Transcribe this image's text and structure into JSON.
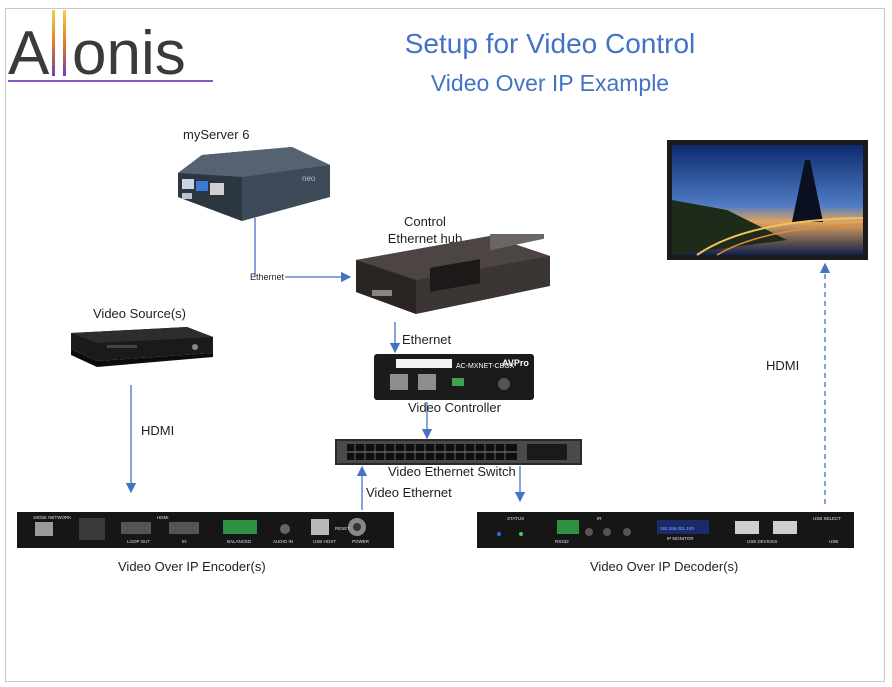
{
  "logo": {
    "text": "Allonis"
  },
  "title": "Setup for Video Control",
  "subtitle": "Video Over IP Example",
  "nodes": {
    "myserver": "myServer 6",
    "hub_line1": "Control",
    "hub_line2": "Ethernet hub",
    "video_source": "Video Source(s)",
    "video_controller": "Video Controller",
    "ethernet_switch": "Video Ethernet Switch",
    "encoder": "Video Over IP Encoder(s)",
    "decoder": "Video Over IP Decoder(s)"
  },
  "connections": {
    "server_to_hub": "Ethernet",
    "hub_to_controller": "Ethernet",
    "source_to_encoder": "HDMI",
    "encoder_to_switch": "Video Ethernet",
    "decoder_to_display": "HDMI"
  },
  "device_text": {
    "server_brand": "neo",
    "controller_model": "AC-MXNET-CBOX",
    "controller_brand": "AVPro",
    "encoder_port_labels": [
      "10GbE NETWORK",
      "HDMI",
      "LOOP OUT",
      "IN",
      "BALANCED",
      "AUDIO IN",
      "USB HOST",
      "RESET",
      "POWER"
    ],
    "decoder_port_labels": [
      "STATUS",
      "RS232",
      "IR",
      "IP MONITOR",
      "USB DEVICES",
      "USB SELECT",
      "USB"
    ],
    "decoder_screen": "192.168.001.100"
  },
  "colors": {
    "title": "#4472c4",
    "arrow": "#4472c4",
    "logo_line": "#8a55c9"
  }
}
